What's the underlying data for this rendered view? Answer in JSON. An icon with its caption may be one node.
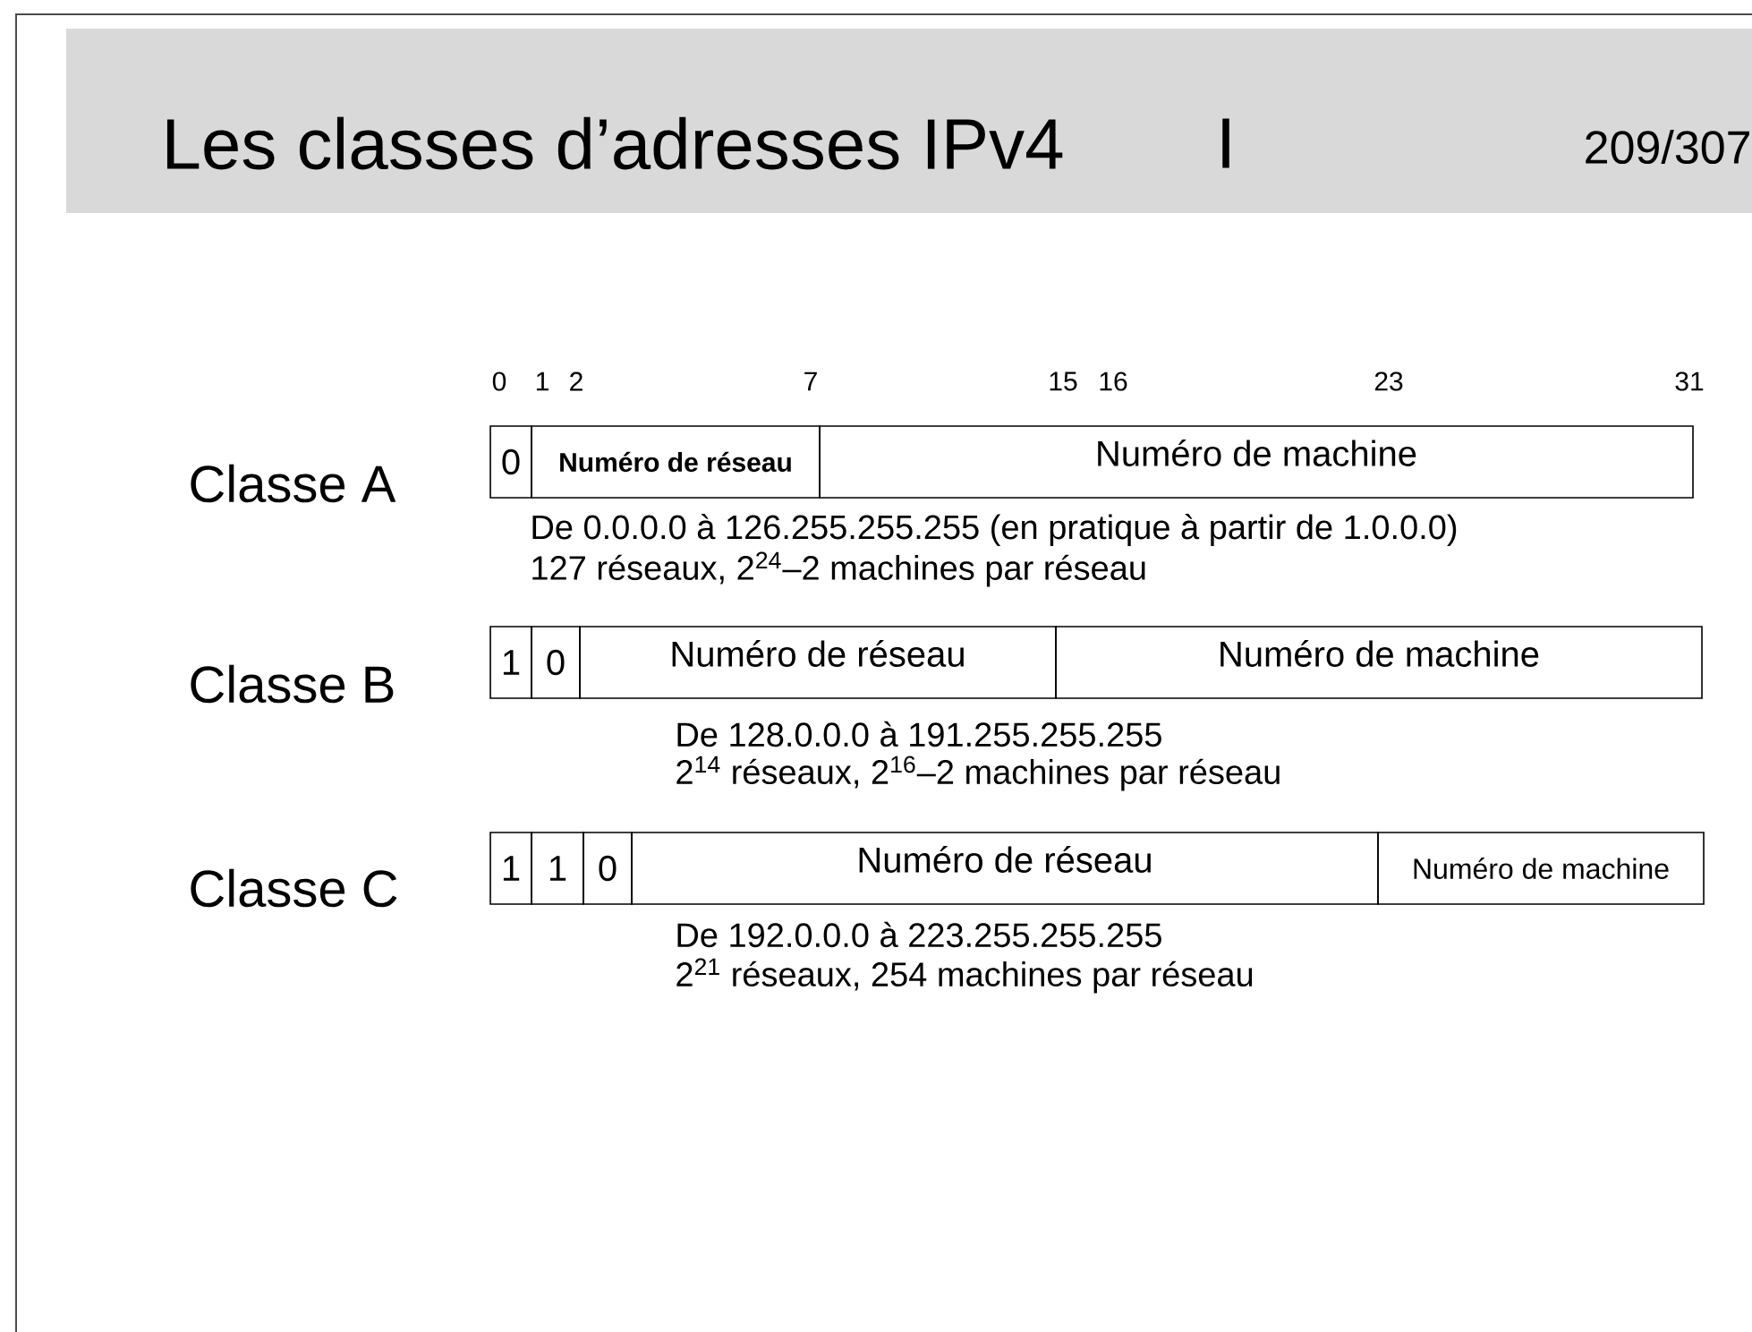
{
  "diagram": {
    "title": "Les classes d’adresses IPv4",
    "nodes": [
      {
        "text": [
          "0"
        ]
      },
      {
        "text": [
          "Numéro de réseau"
        ]
      },
      {
        "text": [
          "Numéro de machine"
        ]
      },
      {
        "text": [
          "1"
        ]
      },
      {
        "text": [
          "0"
        ]
      },
      {
        "text": [
          "Numéro de réseau"
        ]
      },
      {
        "text": [
          "Numéro de machine"
        ]
      },
      {
        "text": [
          "1"
        ]
      },
      {
        "text": [
          "1"
        ]
      },
      {
        "text": [
          "0"
        ]
      },
      {
        "text": [
          "Numéro de réseau"
        ]
      },
      {
        "text": [
          "Numéro de machine"
        ]
      }
    ],
    "labels": [
      "I",
      "209/307",
      "0",
      "1",
      "2",
      "7",
      "15",
      "16",
      "23",
      "31",
      "Classe A",
      "De 0.0.0.0 à 126.255.255.255 (en pratique à partir de 1.0.0.0)",
      "127 réseaux, 2$^{24}$–2 machines par réseau",
      "Classe B",
      "De 128.0.0.0 à 191.255.255.255",
      "2$^{14}$ réseaux, 2$^{16}$–2 machines par réseau",
      "Classe C",
      "De 192.0.0.0 à 223.255.255.255",
      "2$^{21}$ réseaux, 254 machines par réseau"
    ]
  }
}
